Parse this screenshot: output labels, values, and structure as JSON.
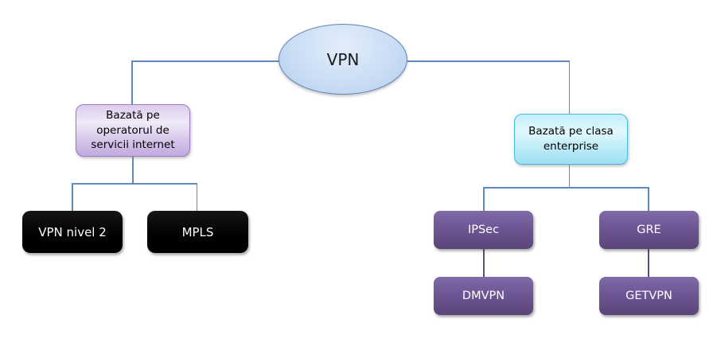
{
  "diagram": {
    "type": "hierarchy-tree",
    "root": {
      "label": "VPN"
    },
    "left_branch": {
      "label": "Bazată pe operatorul de servicii internet",
      "children": [
        {
          "label": "VPN nivel 2"
        },
        {
          "label": "MPLS"
        }
      ]
    },
    "right_branch": {
      "label": "Bazată pe clasa enterprise",
      "children": [
        {
          "label": "IPSec",
          "children": [
            {
              "label": "DMVPN"
            }
          ]
        },
        {
          "label": "GRE",
          "children": [
            {
              "label": "GETVPN"
            }
          ]
        }
      ]
    },
    "colors": {
      "root_fill": "#c9dcf4",
      "root_border": "#5b83b8",
      "connector_blue": "#5f8ac0",
      "connector_purple": "#5f4b79",
      "left_branch_fill": "#d6c4ea",
      "left_branch_border": "#9b7cc3",
      "right_branch_fill": "#c0edf8",
      "right_branch_border": "#44bddd",
      "leaf_black_fill": "#000000",
      "leaf_purple_fill": "#6e5695",
      "leaf_text": "#ffffff"
    }
  }
}
